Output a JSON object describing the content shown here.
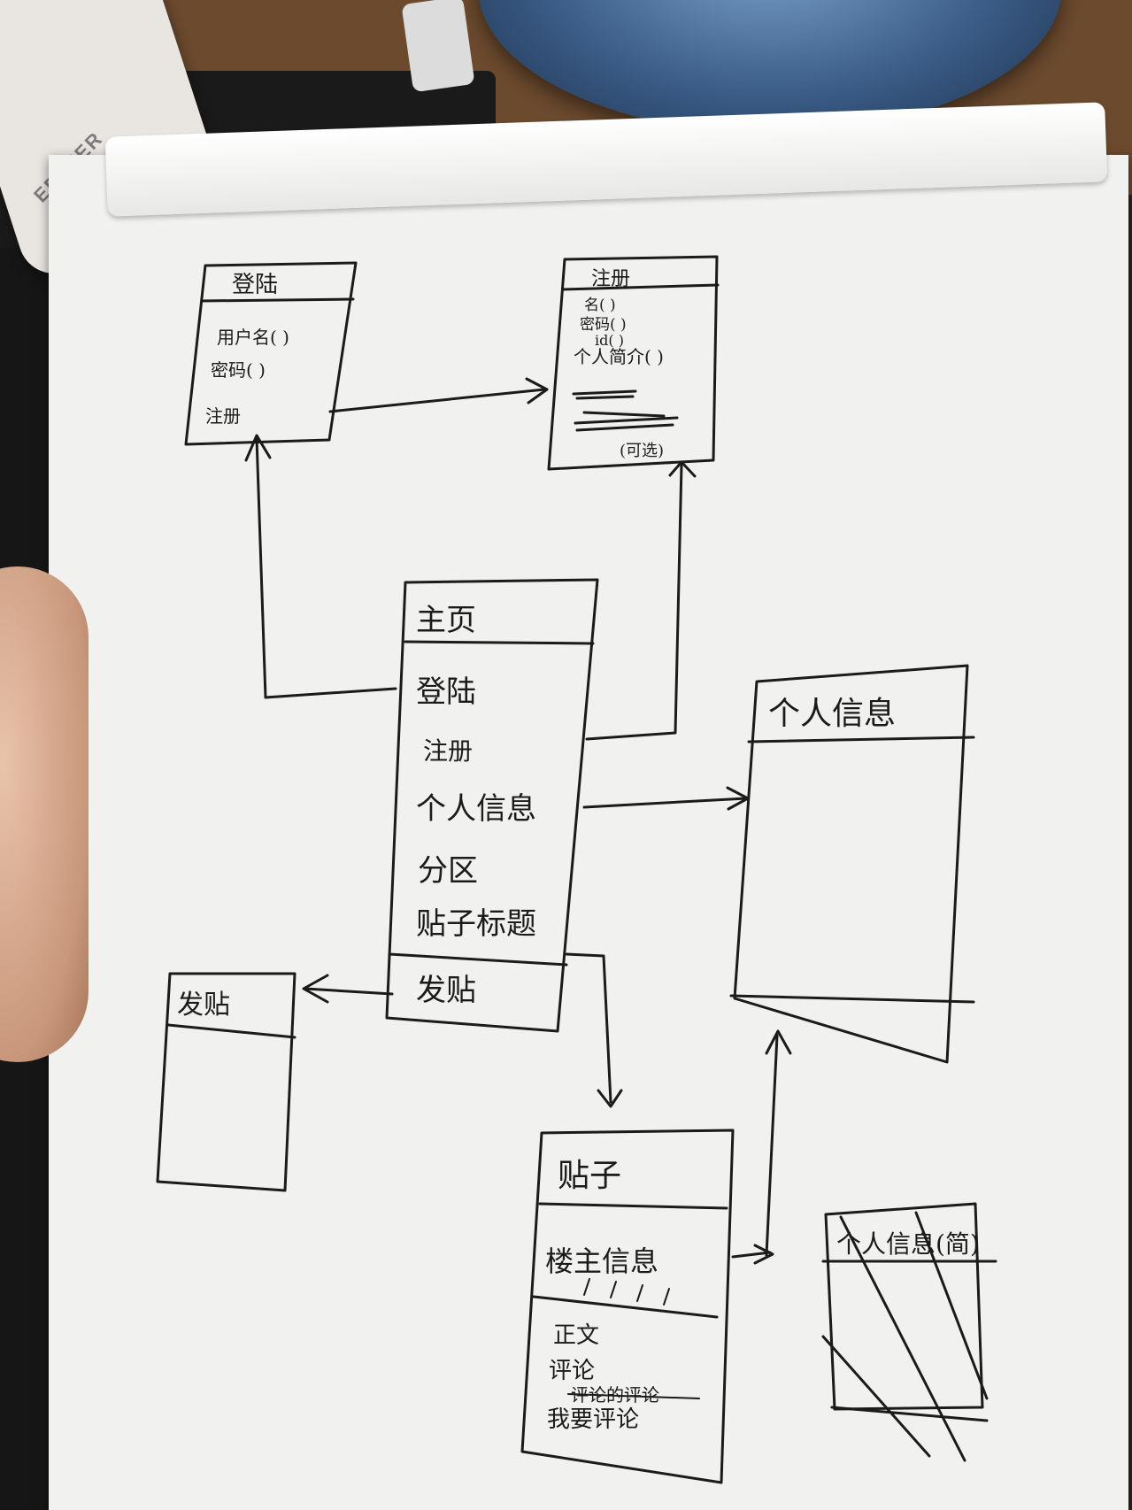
{
  "brand": "EDIFIER",
  "boxes": {
    "login": {
      "title": "登陆",
      "items": [
        "用户名( )",
        "密码( )",
        "注册"
      ]
    },
    "register": {
      "title": "注册",
      "items": [
        "名( )",
        "密码( )",
        "id( )",
        "个人简介( )",
        "(可选)"
      ]
    },
    "home": {
      "title": "主页",
      "items": [
        "登陆",
        "注册",
        "个人信息",
        "分区",
        "贴子标题"
      ],
      "footer": "发贴"
    },
    "profile": {
      "title": "个人信息"
    },
    "post_new": {
      "title": "发贴"
    },
    "post": {
      "title": "贴子",
      "items": [
        "楼主信息",
        "正文",
        "评论",
        "评论的评论",
        "我要评论"
      ]
    },
    "profile_short": {
      "title": "个人信息(简)"
    }
  }
}
